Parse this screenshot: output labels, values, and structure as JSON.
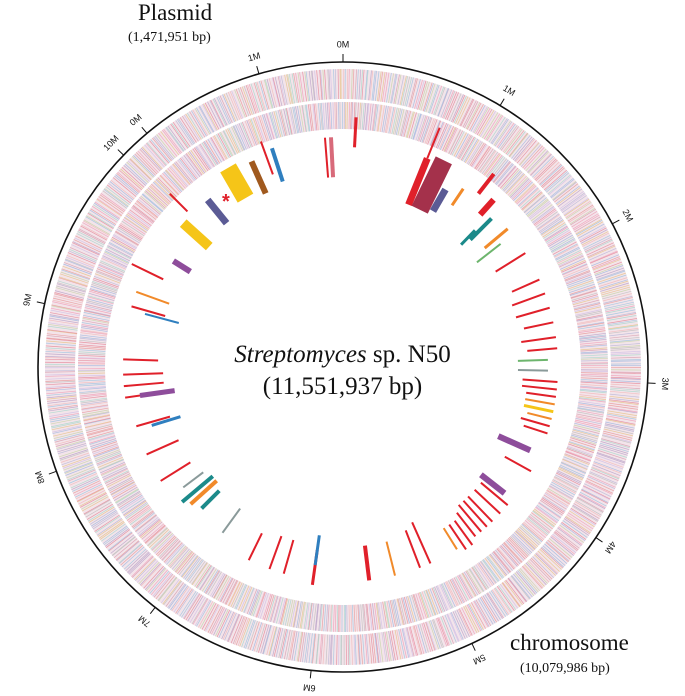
{
  "map": {
    "organism_italic": "Streptomyces",
    "organism_rest": " sp. N50",
    "genome_size": "(11,551,937 bp)",
    "plasmid": {
      "title": "Plasmid",
      "size": "(1,471,951 bp)"
    },
    "chromosome": {
      "title": "chromosome",
      "size": "(10,079,986 bp)"
    },
    "ticks": [
      {
        "label": "0M",
        "angle": 0
      },
      {
        "label": "1M",
        "angle": 31
      },
      {
        "label": "2M",
        "angle": 62
      },
      {
        "label": "3M",
        "angle": 93
      },
      {
        "label": "4M",
        "angle": 124
      },
      {
        "label": "5M",
        "angle": 155
      },
      {
        "label": "6M",
        "angle": 186
      },
      {
        "label": "7M",
        "angle": 218
      },
      {
        "label": "8M",
        "angle": 250
      },
      {
        "label": "9M",
        "angle": 282
      },
      {
        "label": "10M",
        "angle": 314
      },
      {
        "label": "0M",
        "angle": 320
      },
      {
        "label": "1M",
        "angle": 344
      }
    ],
    "marker": "*"
  },
  "colors": {
    "red": "#e0202a",
    "maroon": "#a4314b",
    "purple": "#8e4d9b",
    "slate": "#5b5b95",
    "blue": "#2f7fbf",
    "orange": "#f18a2a",
    "yellow": "#f5c518",
    "brown": "#a0591e",
    "teal": "#1b8a8a",
    "green": "#6db56d",
    "gray": "#8a9a9a",
    "pink": "#d86a7a"
  },
  "features": [
    {
      "color": "red",
      "angle": 3,
      "r1": 250,
      "r2": 220,
      "width": 3
    },
    {
      "color": "pink",
      "angle": 357,
      "r1": 230,
      "r2": 190,
      "width": 4
    },
    {
      "color": "red",
      "angle": 355.5,
      "r1": 230,
      "r2": 190,
      "width": 2
    },
    {
      "color": "blue",
      "angle": 342,
      "r1": 230,
      "r2": 195,
      "width": 4
    },
    {
      "color": "red",
      "angle": 22,
      "r1": 258,
      "r2": 225,
      "width": 2
    },
    {
      "color": "red",
      "angle": 22,
      "r1": 225,
      "r2": 175,
      "width": 7
    },
    {
      "color": "maroon",
      "angle": 26,
      "r1": 230,
      "r2": 175,
      "width": 18
    },
    {
      "color": "slate",
      "angle": 30,
      "r1": 205,
      "r2": 180,
      "width": 7
    },
    {
      "color": "red",
      "angle": 38,
      "r1": 245,
      "r2": 220,
      "width": 4
    },
    {
      "color": "orange",
      "angle": 34,
      "r1": 215,
      "r2": 195,
      "width": 3
    },
    {
      "color": "red",
      "angle": 42,
      "r1": 225,
      "r2": 205,
      "width": 6
    },
    {
      "color": "orange",
      "angle": 50,
      "r1": 215,
      "r2": 185,
      "width": 3
    },
    {
      "color": "teal",
      "angle": 45,
      "r1": 210,
      "r2": 180,
      "width": 4
    },
    {
      "color": "teal",
      "angle": 44,
      "r1": 190,
      "r2": 170,
      "width": 3
    },
    {
      "color": "green",
      "angle": 52,
      "r1": 200,
      "r2": 170,
      "width": 2
    },
    {
      "color": "red",
      "angle": 58,
      "r1": 215,
      "r2": 180,
      "width": 2
    },
    {
      "color": "red",
      "angle": 66,
      "r1": 215,
      "r2": 185,
      "width": 2
    },
    {
      "color": "red",
      "angle": 70,
      "r1": 215,
      "r2": 180,
      "width": 2
    },
    {
      "color": "red",
      "angle": 74,
      "r1": 215,
      "r2": 180,
      "width": 2
    },
    {
      "color": "red",
      "angle": 78,
      "r1": 215,
      "r2": 185,
      "width": 2
    },
    {
      "color": "red",
      "angle": 82,
      "r1": 215,
      "r2": 180,
      "width": 2
    },
    {
      "color": "red",
      "angle": 85,
      "r1": 215,
      "r2": 185,
      "width": 2
    },
    {
      "color": "green",
      "angle": 88,
      "r1": 205,
      "r2": 175,
      "width": 2
    },
    {
      "color": "gray",
      "angle": 91,
      "r1": 205,
      "r2": 175,
      "width": 2
    },
    {
      "color": "red",
      "angle": 94,
      "r1": 215,
      "r2": 180,
      "width": 2
    },
    {
      "color": "red",
      "angle": 96,
      "r1": 215,
      "r2": 180,
      "width": 2
    },
    {
      "color": "red",
      "angle": 98,
      "r1": 215,
      "r2": 185,
      "width": 2
    },
    {
      "color": "orange",
      "angle": 100,
      "r1": 215,
      "r2": 185,
      "width": 2
    },
    {
      "color": "yellow",
      "angle": 102,
      "r1": 215,
      "r2": 185,
      "width": 3
    },
    {
      "color": "orange",
      "angle": 104,
      "r1": 215,
      "r2": 190,
      "width": 2
    },
    {
      "color": "red",
      "angle": 106,
      "r1": 215,
      "r2": 185,
      "width": 2
    },
    {
      "color": "red",
      "angle": 108,
      "r1": 215,
      "r2": 190,
      "width": 2
    },
    {
      "color": "purple",
      "angle": 114,
      "r1": 205,
      "r2": 170,
      "width": 6
    },
    {
      "color": "red",
      "angle": 119,
      "r1": 215,
      "r2": 185,
      "width": 2
    },
    {
      "color": "purple",
      "angle": 128,
      "r1": 205,
      "r2": 175,
      "width": 6
    },
    {
      "color": "red",
      "angle": 130,
      "r1": 215,
      "r2": 180,
      "width": 2
    },
    {
      "color": "red",
      "angle": 133,
      "r1": 215,
      "r2": 180,
      "width": 2
    },
    {
      "color": "red",
      "angle": 136,
      "r1": 215,
      "r2": 180,
      "width": 2
    },
    {
      "color": "red",
      "angle": 138,
      "r1": 215,
      "r2": 180,
      "width": 2
    },
    {
      "color": "red",
      "angle": 140,
      "r1": 215,
      "r2": 180,
      "width": 2
    },
    {
      "color": "red",
      "angle": 142,
      "r1": 215,
      "r2": 185,
      "width": 2
    },
    {
      "color": "red",
      "angle": 144,
      "r1": 220,
      "r2": 190,
      "width": 2
    },
    {
      "color": "red",
      "angle": 146,
      "r1": 220,
      "r2": 190,
      "width": 2
    },
    {
      "color": "orange",
      "angle": 148,
      "r1": 215,
      "r2": 190,
      "width": 2
    },
    {
      "color": "red",
      "angle": 156,
      "r1": 215,
      "r2": 170,
      "width": 2
    },
    {
      "color": "red",
      "angle": 159,
      "r1": 215,
      "r2": 175,
      "width": 2
    },
    {
      "color": "orange",
      "angle": 166,
      "r1": 215,
      "r2": 180,
      "width": 2
    },
    {
      "color": "red",
      "angle": 173,
      "r1": 215,
      "r2": 180,
      "width": 4
    },
    {
      "color": "red",
      "angle": 188,
      "r1": 220,
      "r2": 185,
      "width": 3
    },
    {
      "color": "red",
      "angle": 196,
      "r1": 215,
      "r2": 180,
      "width": 2
    },
    {
      "color": "red",
      "angle": 200,
      "r1": 215,
      "r2": 180,
      "width": 2
    },
    {
      "color": "blue",
      "angle": 188,
      "r1": 200,
      "r2": 170,
      "width": 3
    },
    {
      "color": "red",
      "angle": 206,
      "r1": 215,
      "r2": 185,
      "width": 2
    },
    {
      "color": "gray",
      "angle": 216,
      "r1": 205,
      "r2": 175,
      "width": 2
    },
    {
      "color": "teal",
      "angle": 225,
      "r1": 200,
      "r2": 175,
      "width": 4
    },
    {
      "color": "orange",
      "angle": 228,
      "r1": 205,
      "r2": 170,
      "width": 4
    },
    {
      "color": "teal",
      "angle": 230,
      "r1": 210,
      "r2": 170,
      "width": 4
    },
    {
      "color": "gray",
      "angle": 233,
      "r1": 200,
      "r2": 175,
      "width": 2
    },
    {
      "color": "red",
      "angle": 238,
      "r1": 215,
      "r2": 180,
      "width": 2
    },
    {
      "color": "red",
      "angle": 246,
      "r1": 215,
      "r2": 180,
      "width": 2
    },
    {
      "color": "red",
      "angle": 254,
      "r1": 215,
      "r2": 180,
      "width": 2
    },
    {
      "color": "red",
      "angle": 262,
      "r1": 220,
      "r2": 180,
      "width": 2
    },
    {
      "color": "blue",
      "angle": 253,
      "r1": 200,
      "r2": 170,
      "width": 3
    },
    {
      "color": "purple",
      "angle": 262,
      "r1": 205,
      "r2": 170,
      "width": 5
    },
    {
      "color": "red",
      "angle": 265,
      "r1": 220,
      "r2": 180,
      "width": 2
    },
    {
      "color": "red",
      "angle": 268,
      "r1": 220,
      "r2": 180,
      "width": 2
    },
    {
      "color": "red",
      "angle": 272,
      "r1": 220,
      "r2": 185,
      "width": 2
    },
    {
      "color": "blue",
      "angle": 285,
      "r1": 205,
      "r2": 170,
      "width": 2
    },
    {
      "color": "red",
      "angle": 286,
      "r1": 220,
      "r2": 185,
      "width": 2
    },
    {
      "color": "orange",
      "angle": 290,
      "r1": 220,
      "r2": 185,
      "width": 2
    },
    {
      "color": "red",
      "angle": 296,
      "r1": 235,
      "r2": 200,
      "width": 2
    },
    {
      "color": "purple",
      "angle": 302,
      "r1": 200,
      "r2": 180,
      "width": 6
    },
    {
      "color": "yellow",
      "angle": 312,
      "r1": 215,
      "r2": 180,
      "width": 10
    },
    {
      "color": "slate",
      "angle": 321,
      "r1": 215,
      "r2": 185,
      "width": 7
    },
    {
      "color": "red",
      "angle": 315,
      "r1": 245,
      "r2": 220,
      "width": 2
    },
    {
      "color": "yellow",
      "angle": 330,
      "r1": 230,
      "r2": 195,
      "width": 18
    },
    {
      "color": "brown",
      "angle": 336,
      "r1": 225,
      "r2": 190,
      "width": 6
    },
    {
      "color": "red",
      "angle": 340,
      "r1": 240,
      "r2": 205,
      "width": 2
    }
  ]
}
